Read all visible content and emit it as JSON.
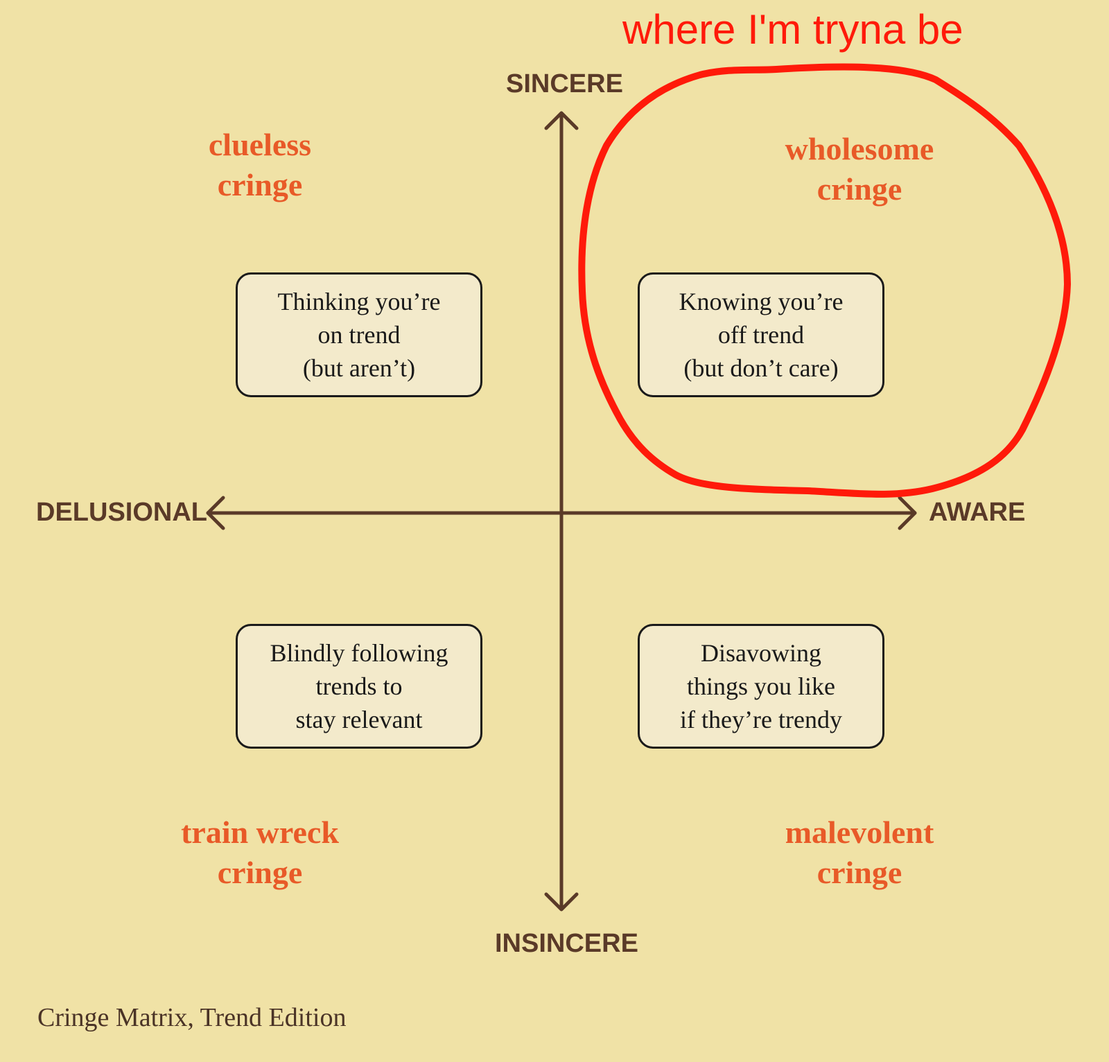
{
  "axes": {
    "top": "SINCERE",
    "bottom": "INSINCERE",
    "left": "DELUSIONAL",
    "right": "AWARE"
  },
  "quadrants": {
    "top_left": {
      "title": [
        "clueless",
        "cringe"
      ],
      "description": [
        "Thinking you’re",
        "on trend",
        "(but aren’t)"
      ]
    },
    "top_right": {
      "title": [
        "wholesome",
        "cringe"
      ],
      "description": [
        "Knowing you’re",
        "off trend",
        "(but don’t care)"
      ]
    },
    "bottom_left": {
      "title": [
        "train wreck",
        "cringe"
      ],
      "description": [
        "Blindly following",
        "trends to",
        "stay relevant"
      ]
    },
    "bottom_right": {
      "title": [
        "malevolent",
        "cringe"
      ],
      "description": [
        "Disavowing",
        "things you like",
        "if they’re trendy"
      ]
    }
  },
  "caption": "Cringe Matrix, Trend Edition",
  "annotation": {
    "text": "where I'm tryna be",
    "circled_quadrant": "top_right"
  },
  "colors": {
    "background": "#f0e2a6",
    "axis": "#5a3a28",
    "quadrant_title": "#e85a28",
    "box_fill": "#f3eacb",
    "box_border": "#1a1a1a",
    "annotation": "#ff1a0a"
  }
}
